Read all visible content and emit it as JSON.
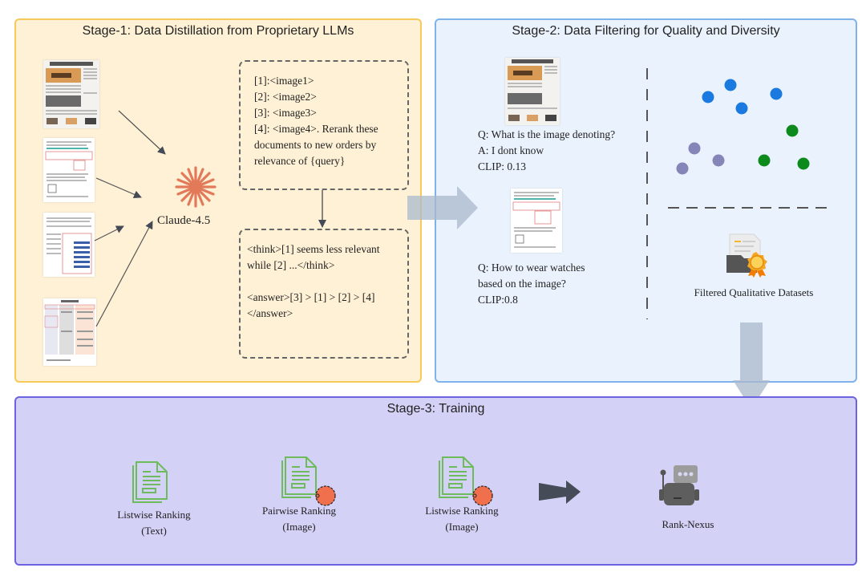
{
  "stage1": {
    "title": "Stage-1: Data Distillation from Proprietary LLMs",
    "model_label": "Claude-4.5",
    "prompt_lines": [
      "[1]:<image1>",
      "[2]: <image2>",
      "[3]: <image3>",
      "[4]: <image4>. Rerank these",
      "documents to new orders by",
      "relevance of {query}"
    ],
    "response_lines": [
      "<think>[1] seems less relevant",
      "while [2] ...</think>",
      "",
      "<answer>[3] > [1] > [2] > [4]",
      "</answer>"
    ],
    "documents": [
      "newspaper-page",
      "instruction-manual-page",
      "report-with-bar-chart",
      "comparison-table-page"
    ],
    "colors": {
      "accent": "#e27a5a",
      "border": "#f5c95b",
      "background": "#fff1d6"
    }
  },
  "stage2": {
    "title": "Stage-2: Data Filtering for Quality and Diversity",
    "samples": [
      {
        "image": "newspaper-page",
        "q": "Q: What is the image denoting?",
        "a": "A: I dont know",
        "clip": "CLIP: 0.13"
      },
      {
        "image": "instruction-manual-page",
        "q": "Q: How to wear watches",
        "q2": "based on the image?",
        "clip": "CLIP:0.8"
      }
    ],
    "cluster_points": [
      {
        "group": "blue",
        "color": "#1a7ae0"
      },
      {
        "group": "blue",
        "color": "#1a7ae0"
      },
      {
        "group": "blue",
        "color": "#1a7ae0"
      },
      {
        "group": "blue",
        "color": "#1a7ae0"
      },
      {
        "group": "green",
        "color": "#0c8a1c"
      },
      {
        "group": "green",
        "color": "#0c8a1c"
      },
      {
        "group": "green",
        "color": "#0c8a1c"
      },
      {
        "group": "purple",
        "color": "#8585b8"
      },
      {
        "group": "purple",
        "color": "#8585b8"
      },
      {
        "group": "purple",
        "color": "#8585b8"
      }
    ],
    "dataset_label": "Filtered Qualitative Datasets",
    "colors": {
      "border": "#7fb2ea",
      "background": "#eaf2fd"
    }
  },
  "stage3": {
    "title": "Stage-3: Training",
    "items": [
      {
        "line1": "Listwise Ranking",
        "line2": "(Text)",
        "badge": false
      },
      {
        "line1": "Pairwise Ranking",
        "line2": "(Image)",
        "badge": true
      },
      {
        "line1": "Listwise Ranking",
        "line2": "(Image)",
        "badge": true
      }
    ],
    "output_label": "Rank-Nexus",
    "colors": {
      "border": "#6c63e0",
      "background": "#d3d1f6",
      "doc_icon": "#6dbb5a",
      "badge": "#f0704d"
    }
  }
}
